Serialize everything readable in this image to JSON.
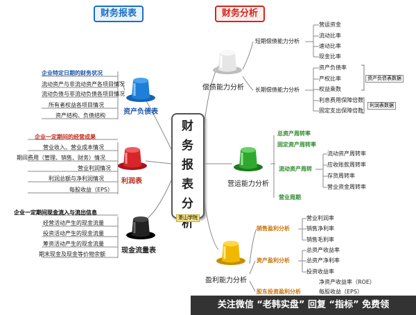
{
  "headers": {
    "left": "财务报表",
    "right": "财务分析"
  },
  "center": {
    "chars": [
      "财",
      "务",
      "报",
      "表",
      "分",
      "析"
    ],
    "mark": "萧山学院"
  },
  "left": {
    "balance": {
      "label": "资产负债表",
      "title": "企业特定日期的财务状况",
      "items": [
        "流动资产与非流动资产各项目情况",
        "流动负债与非流动负债各项目情况",
        "所有者权益各项目情况",
        "资产结构、负债结构"
      ]
    },
    "income": {
      "label": "利润表",
      "title": "企业一定期间的经营成果",
      "items": [
        "营业收入、营业成本情况",
        "期间费用（管理、销售、财务）情况",
        "营业利润情况",
        "利润总额与净利润情况",
        "每股收益（EPS）"
      ]
    },
    "cash": {
      "label": "现金流量表",
      "title": "企业一定期间现金流入与流出信息",
      "items": [
        "经营活动产生的现金流量",
        "投资活动产生的现金流量",
        "筹资活动产生的现金流量",
        "期末现金及现金等价物余额"
      ]
    }
  },
  "right": {
    "solvency": {
      "label": "偿债能力分析",
      "short": {
        "label": "短期偿债能力分析",
        "items": [
          "营运资金",
          "流动比率",
          "速动比率",
          "现金比率"
        ]
      },
      "long": {
        "label": "长期偿债能力分析",
        "items": [
          "资产负债率",
          "产权比率",
          "权益乘数",
          "利息费用保障倍数",
          "固定支出保障倍数"
        ]
      },
      "tag_balance": "资产负债表数据",
      "tag_income": "利润表数据"
    },
    "operation": {
      "label": "营运能力分析",
      "total": "总资产周转率",
      "fixed": "固定资产周转率",
      "current": {
        "label": "流动资产周转",
        "items": [
          "流动资产周转率",
          "应收账款周转率",
          "存货周转率",
          "营业资金周转率"
        ]
      },
      "cycle": "营业周期"
    },
    "profit": {
      "label": "盈利能力分析",
      "sales": {
        "label": "销售盈利分析",
        "items": [
          "营业利润率",
          "销售净利率",
          "销售毛利率"
        ]
      },
      "assets": {
        "label": "资产盈利分析",
        "items": [
          "总资产收益率",
          "总资产净利率",
          "投资收益率"
        ]
      },
      "shareholder": {
        "label": "股东投资盈利分析",
        "items": [
          "净资产收益率（ROE）",
          "每股收益（EPS）"
        ]
      }
    }
  },
  "footer": "关注微信 “老韩实盘” 回复 “指标” 免费领",
  "colors": {
    "blue_hat": "#1e7fd8",
    "red_hat": "#d8252a",
    "black_hat": "#222222",
    "white_hat": "#e6e6e6",
    "green_hat": "#2fa82f",
    "yellow_hat": "#f2b800"
  }
}
